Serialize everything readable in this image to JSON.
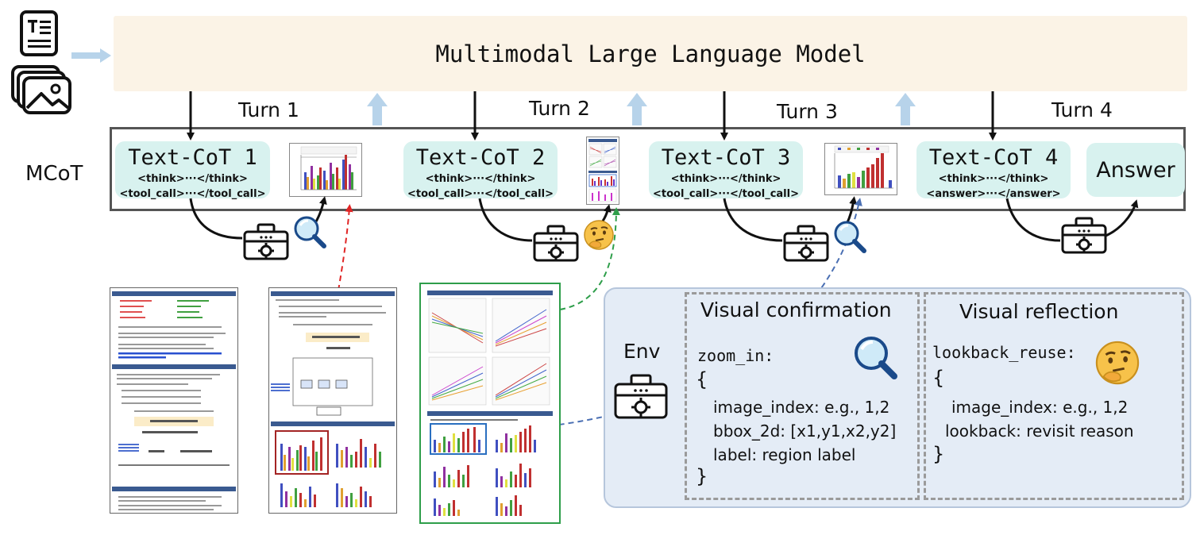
{
  "model": {
    "title": "Multimodal Large Language Model"
  },
  "turns": [
    {
      "label": "Turn 1"
    },
    {
      "label": "Turn 2"
    },
    {
      "label": "Turn 3"
    },
    {
      "label": "Turn 4"
    }
  ],
  "mcot": {
    "label": "MCoT",
    "steps": [
      {
        "title": "Text-CoT 1",
        "line1": "<think>···</think>",
        "line2": "<tool_call>···</tool_call>"
      },
      {
        "title": "Text-CoT 2",
        "line1": "<think>···</think>",
        "line2": "<tool_call>···</tool_call>"
      },
      {
        "title": "Text-CoT 3",
        "line1": "<think>···</think>",
        "line2": "<tool_call>···</tool_call>"
      },
      {
        "title": "Text-CoT 4",
        "line1": "<think>···</think>",
        "line2": "<answer>···</answer>"
      }
    ],
    "answer": "Answer"
  },
  "env": {
    "label": "Env",
    "confirmation": {
      "title": "Visual  confirmation",
      "fn": "zoom_in:",
      "open": "{",
      "lines": [
        "image_index: e.g., 1,2",
        "bbox_2d: [x1,y1,x2,y2]",
        "label: region label"
      ],
      "close": "}"
    },
    "reflection": {
      "title": "Visual reflection",
      "fn": "lookback_reuse:",
      "open": "{",
      "lines": [
        "image_index: e.g., 1,2",
        "lookback: revisit reason"
      ],
      "close": "}"
    }
  },
  "colors": {
    "model_bg": "#fbf3e6",
    "cot_bg": "#d8f2ef",
    "env_bg": "#e4ecf6",
    "up_arrow": "#b7d3ea",
    "red_link": "#e02424",
    "green_link": "#2e9e4a",
    "blue_link": "#4a6fb3"
  },
  "icons": [
    "document-icon",
    "image-stack-icon",
    "toolbox-icon",
    "magnifier-icon",
    "thinking-face-icon"
  ]
}
